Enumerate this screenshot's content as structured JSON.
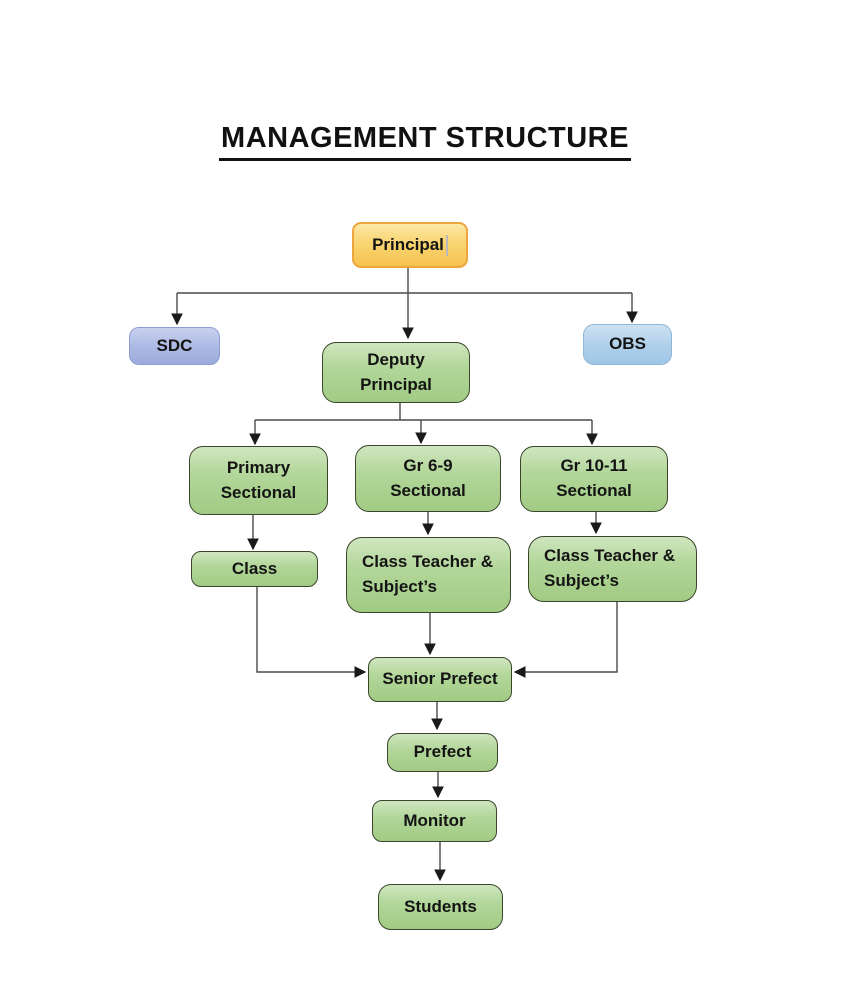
{
  "title": "MANAGEMENT STRUCTURE",
  "diagram_type": "org-chart",
  "colors": {
    "green_node": "#A9D18E",
    "yellow_node": "#F6C452",
    "periwinkle_node": "#A4B3E0",
    "blue_node": "#A6CAE9",
    "connector": "#4A4A4A",
    "arrowhead": "#1A1A1A",
    "text": "#141414"
  },
  "nodes": {
    "principal": {
      "label": "Principal",
      "fill": "#F6C452"
    },
    "sdc": {
      "label": "SDC",
      "fill": "#A4B3E0"
    },
    "deputy_principal": {
      "label": "Deputy\nPrincipal",
      "fill": "#A9D18E"
    },
    "obs": {
      "label": "OBS",
      "fill": "#A6CAE9"
    },
    "primary_sectional": {
      "label": "Primary\nSectional",
      "fill": "#A9D18E"
    },
    "gr_6_9_sectional": {
      "label": "Gr 6-9\nSectional",
      "fill": "#A9D18E"
    },
    "gr_10_11_sectional": {
      "label": "Gr 10-11\nSectional",
      "fill": "#A9D18E"
    },
    "class": {
      "label": "Class",
      "fill": "#A9D18E"
    },
    "class_teacher_subjects_1": {
      "label": "Class Teacher &\nSubject’s",
      "fill": "#A9D18E"
    },
    "class_teacher_subjects_2": {
      "label": "Class Teacher &\nSubject’s",
      "fill": "#A9D18E"
    },
    "senior_prefect": {
      "label": "Senior Prefect",
      "fill": "#A9D18E"
    },
    "prefect": {
      "label": "Prefect",
      "fill": "#A9D18E"
    },
    "monitor": {
      "label": "Monitor",
      "fill": "#A9D18E"
    },
    "students": {
      "label": "Students",
      "fill": "#A9D18E"
    }
  },
  "edges": [
    {
      "from": "principal",
      "to": "sdc"
    },
    {
      "from": "principal",
      "to": "deputy_principal"
    },
    {
      "from": "principal",
      "to": "obs"
    },
    {
      "from": "deputy_principal",
      "to": "primary_sectional"
    },
    {
      "from": "deputy_principal",
      "to": "gr_6_9_sectional"
    },
    {
      "from": "deputy_principal",
      "to": "gr_10_11_sectional"
    },
    {
      "from": "primary_sectional",
      "to": "class"
    },
    {
      "from": "gr_6_9_sectional",
      "to": "class_teacher_subjects_1"
    },
    {
      "from": "gr_10_11_sectional",
      "to": "class_teacher_subjects_2"
    },
    {
      "from": "class",
      "to": "senior_prefect"
    },
    {
      "from": "class_teacher_subjects_1",
      "to": "senior_prefect"
    },
    {
      "from": "class_teacher_subjects_2",
      "to": "senior_prefect"
    },
    {
      "from": "senior_prefect",
      "to": "prefect"
    },
    {
      "from": "prefect",
      "to": "monitor"
    },
    {
      "from": "monitor",
      "to": "students"
    }
  ]
}
